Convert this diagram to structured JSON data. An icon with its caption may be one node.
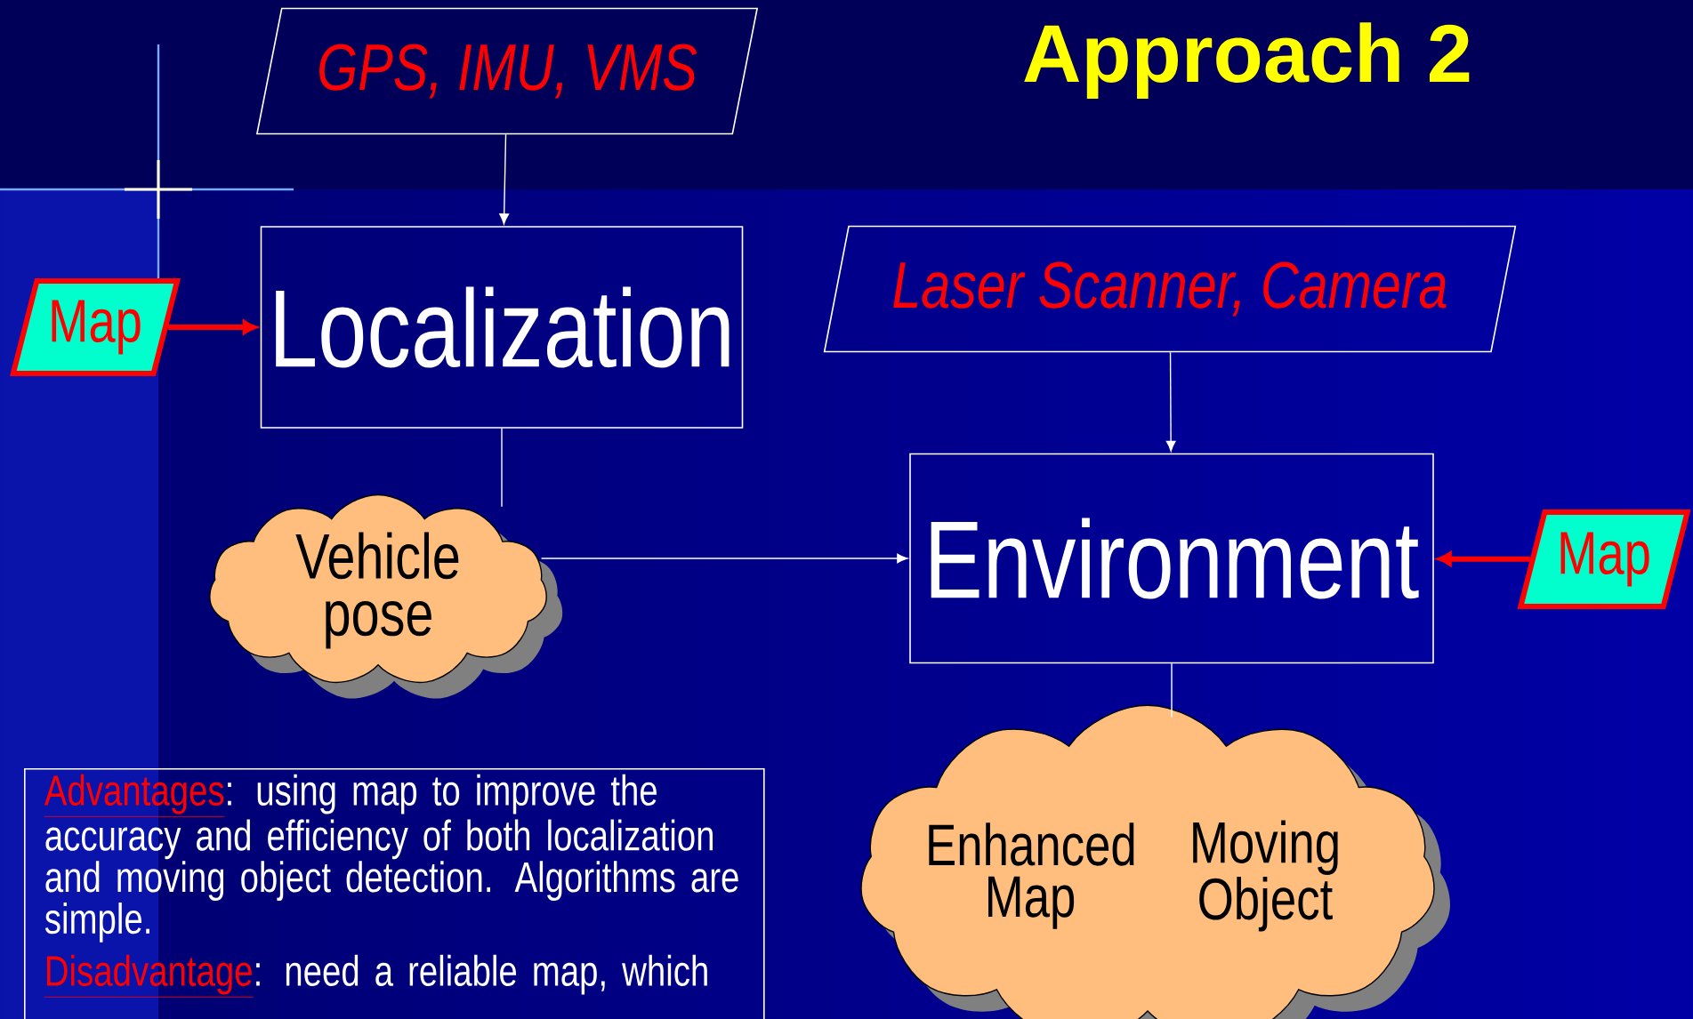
{
  "diagram": {
    "title": "Approach 2",
    "nodes": [
      {
        "text": [
          "GPS, IMU, VMS"
        ]
      },
      {
        "text": [
          "Localization"
        ]
      },
      {
        "text": [
          "Map"
        ]
      },
      {
        "text": [
          "Vehicle pose"
        ]
      },
      {
        "text": [
          "Laser Scanner, Camera"
        ]
      },
      {
        "text": [
          "Environment"
        ]
      },
      {
        "text": [
          "Map"
        ]
      },
      {
        "text": [
          "Enhanced Map",
          "Moving Object"
        ]
      },
      {
        "text": [
          "Advantages",
          ": using map to improve the accuracy and efficiency of both localization and moving object detection. Algorithms are simple.",
          "Disadvantage",
          ": need a reliable map, which"
        ]
      }
    ],
    "edges": [
      {
        "from": 0,
        "to": 1,
        "arrow": "to"
      },
      {
        "from": 2,
        "to": 1,
        "arrow": "to",
        "style": "thick",
        "color": "#ff0000"
      },
      {
        "from": 1,
        "to": 3,
        "arrow": "none"
      },
      {
        "from": 3,
        "to": 5,
        "arrow": "to"
      },
      {
        "from": 4,
        "to": 5,
        "arrow": "to"
      },
      {
        "from": 6,
        "to": 5,
        "arrow": "to",
        "style": "thick",
        "color": "#ff0000"
      },
      {
        "from": 5,
        "to": 7,
        "arrow": "none"
      }
    ]
  }
}
